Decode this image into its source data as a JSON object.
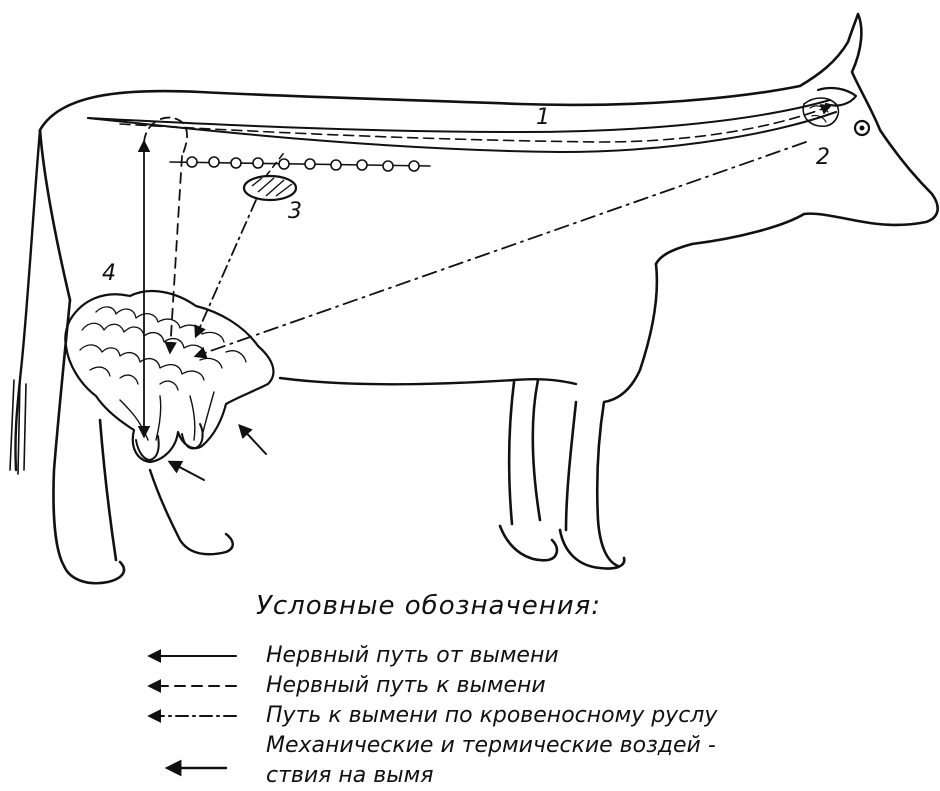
{
  "labels": {
    "spinal_cord": "1",
    "brain": "2",
    "gland": "3",
    "udder": "4"
  },
  "legend": {
    "title": "Условные обозначения:",
    "items": [
      {
        "style": "solid",
        "text": "Нервный путь от вымени"
      },
      {
        "style": "dashed",
        "text": "Нервный путь к вымени"
      },
      {
        "style": "dash-dot",
        "text": "Путь к вымени по кровеносному руслу"
      },
      {
        "style": "short-solid",
        "text": "Механические и термические воздей -",
        "continuation": "ствия на вымя"
      }
    ]
  }
}
